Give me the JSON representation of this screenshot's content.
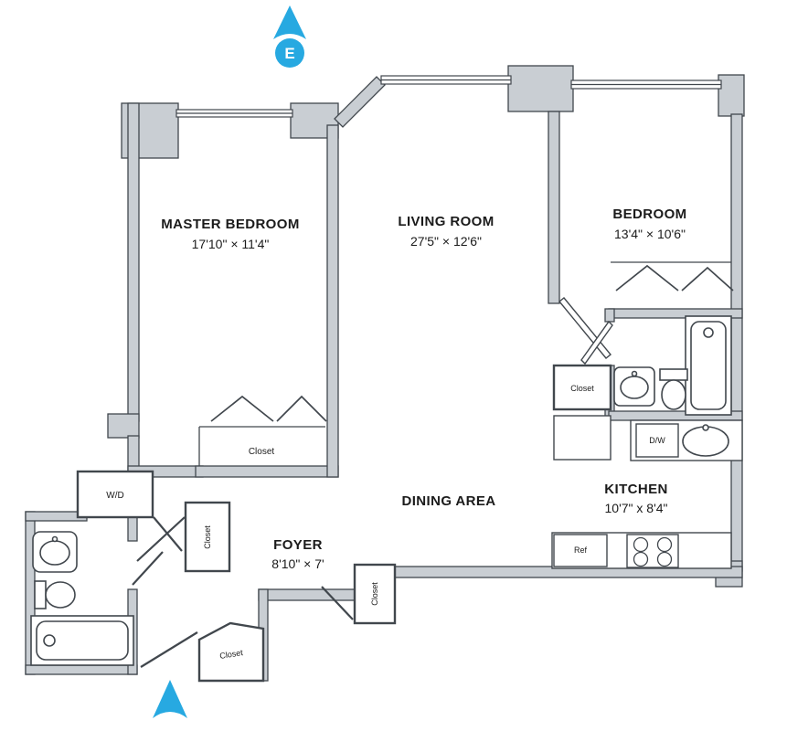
{
  "compass": {
    "top_label": "E"
  },
  "rooms": {
    "master": {
      "name": "MASTER BEDROOM",
      "dims": "17'10\" × 11'4\""
    },
    "living": {
      "name": "LIVING ROOM",
      "dims": "27'5\" × 12'6\""
    },
    "bedroom": {
      "name": "BEDROOM",
      "dims": "13'4\" × 10'6\""
    },
    "kitchen": {
      "name": "KITCHEN",
      "dims": "10'7\" x 8'4\""
    },
    "dining": {
      "name": "DINING AREA"
    },
    "foyer": {
      "name": "FOYER",
      "dims": "8'10\" × 7'"
    }
  },
  "fixtures": {
    "closet": "Closet",
    "washer_dryer": "W/D",
    "dishwasher": "D/W",
    "refrigerator": "Ref"
  },
  "colors": {
    "wall_fill": "#c9ced3",
    "wall_stroke": "#41474d",
    "accent_blue": "#27a9e1"
  }
}
